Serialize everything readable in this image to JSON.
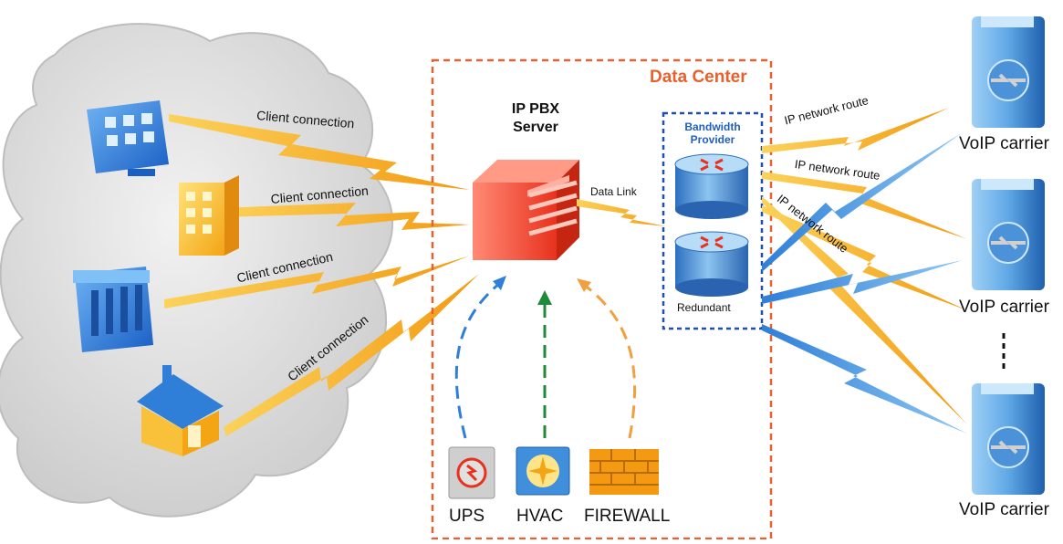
{
  "data_center": {
    "title": "Data Center"
  },
  "server": {
    "title_line1": "IP PBX",
    "title_line2": "Server"
  },
  "link": {
    "data_link": "Data Link"
  },
  "bandwidth": {
    "title_line1": "Bandwidth",
    "title_line2": "Provider",
    "redundant": "Redundant"
  },
  "clients": [
    {
      "label": "Client connection",
      "icon": "office-building-icon"
    },
    {
      "label": "Client connection",
      "icon": "apartment-building-icon"
    },
    {
      "label": "Client connection",
      "icon": "government-building-icon"
    },
    {
      "label": "Client connection",
      "icon": "house-icon"
    }
  ],
  "routes": [
    {
      "label": "IP network route"
    },
    {
      "label": "IP network route"
    },
    {
      "label": "IP network route"
    }
  ],
  "carriers": [
    {
      "label": "VoIP carrier"
    },
    {
      "label": "VoIP carrier"
    },
    {
      "label": "VoIP carrier"
    }
  ],
  "infrastructure": [
    {
      "label": "UPS",
      "icon": "ups-icon",
      "arrow_color": "#2f7fd8"
    },
    {
      "label": "HVAC",
      "icon": "hvac-fan-icon",
      "arrow_color": "#1e8a3a"
    },
    {
      "label": "FIREWALL",
      "icon": "firewall-icon",
      "arrow_color": "#f0a040"
    }
  ],
  "colors": {
    "accent": "#e8602c",
    "bolt_orange": "#f7a21b",
    "bolt_blue": "#4a9be0",
    "provider_box": "#1f4fa8",
    "cloud": "#dcdcdc"
  }
}
